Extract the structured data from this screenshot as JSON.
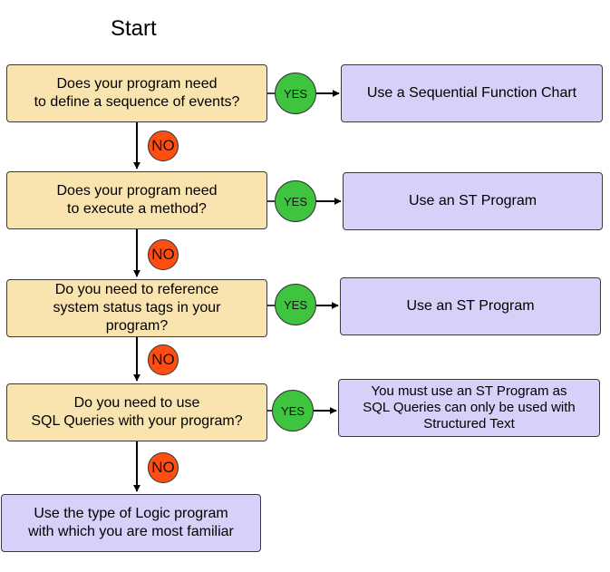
{
  "title": "Start",
  "questions": [
    "Does your program need\nto define a sequence of events?",
    "Does your program need\nto execute a method?",
    "Do you need to reference\nsystem status tags in your\nprogram?",
    "Do you need to use\nSQL Queries with your program?"
  ],
  "answers": [
    "Use a Sequential Function Chart",
    "Use an ST Program",
    "Use an ST Program",
    "You must use an ST Program as\nSQL Queries can only be used with\nStructured Text"
  ],
  "final": "Use the type of Logic program\nwith which you are most familiar",
  "yes_label": "YES",
  "no_label": "NO",
  "colors": {
    "question_fill": "#f9e4b0",
    "answer_fill": "#d7d0f8",
    "yes_fill": "#3ec43e",
    "no_fill": "#ff4e12"
  }
}
